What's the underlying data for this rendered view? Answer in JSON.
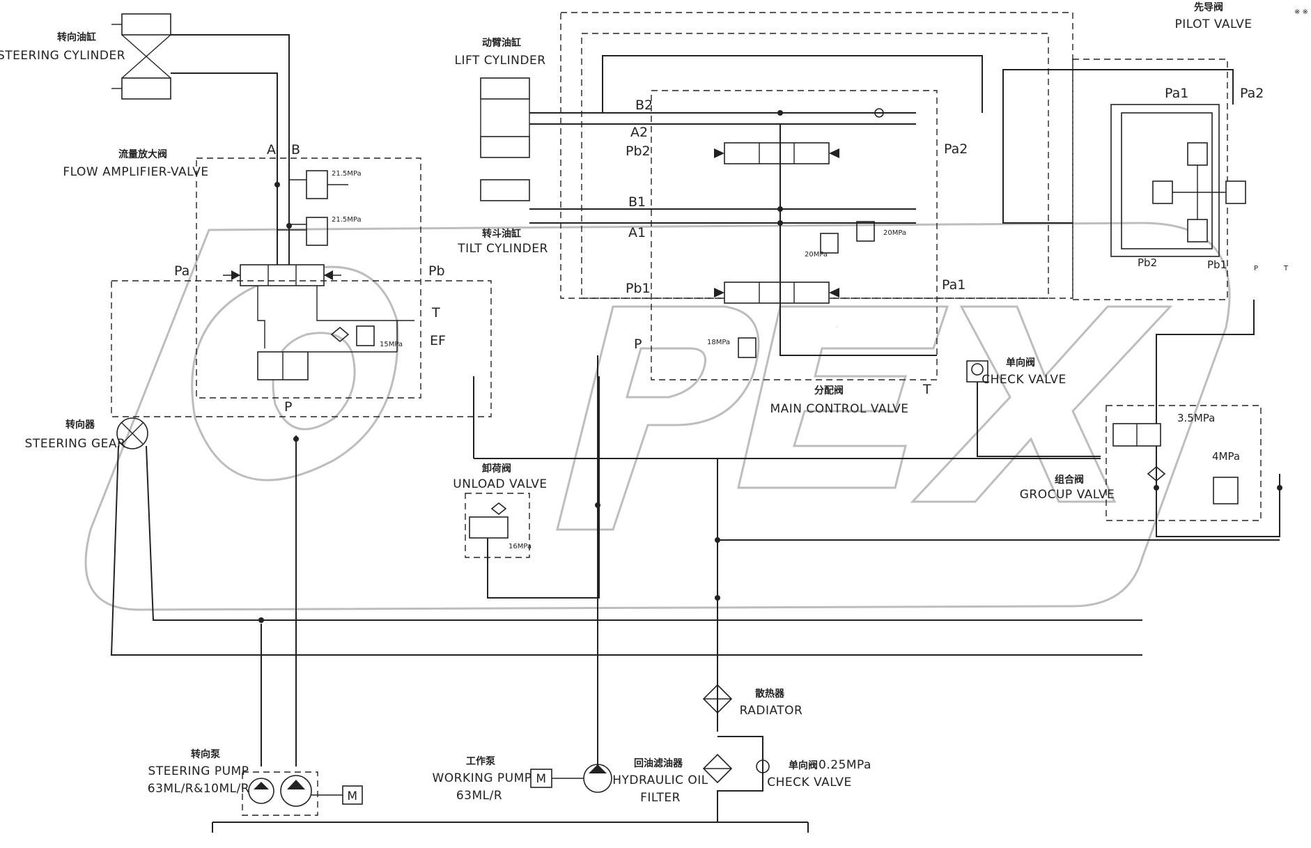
{
  "corner_note": "※ ※ ※",
  "components": {
    "steering_cylinder": {
      "zh": "转向油缸",
      "en": "STEERING CYLINDER"
    },
    "lift_cylinder": {
      "zh": "动臂油缸",
      "en": "LIFT CYLINDER"
    },
    "tilt_cylinder": {
      "zh": "转斗油缸",
      "en": "TILT CYLINDER"
    },
    "pilot_valve": {
      "zh": "先导阀",
      "en": "PILOT VALVE"
    },
    "flow_amplifier": {
      "zh": "流量放大阀",
      "en": "FLOW AMPLIFIER-VALVE"
    },
    "steering_gear": {
      "zh": "转向器",
      "en": "STEERING GEAR"
    },
    "check_valve_main": {
      "zh": "单向阀",
      "en": "CHECK VALVE"
    },
    "main_control_valve": {
      "zh": "分配阀",
      "en": "MAIN CONTROL VALVE"
    },
    "unload_valve": {
      "zh": "卸荷阀",
      "en": "UNLOAD VALVE"
    },
    "group_valve": {
      "zh": "组合阀",
      "en": "GROCUP VALVE"
    },
    "radiator": {
      "zh": "散热器",
      "en": "RADIATOR"
    },
    "steering_pump": {
      "zh": "转向泵",
      "en": "STEERING PUMP",
      "spec": "63ML/R&10ML/R"
    },
    "working_pump": {
      "zh": "工作泵",
      "en": "WORKING PUMP",
      "spec": "63ML/R"
    },
    "hydraulic_filter": {
      "zh": "回油滤油器",
      "en1": "HYDRAULIC OIL",
      "en2": "FILTER"
    },
    "check_valve_return": {
      "zh": "单向阀",
      "pressure": "0.25MPa",
      "en": "CHECK VALVE"
    }
  },
  "ports": {
    "A": "A",
    "B": "B",
    "Pa": "Pa",
    "Pb": "Pb",
    "T": "T",
    "EF": "EF",
    "P": "P",
    "B2": "B2",
    "A2": "A2",
    "Pb2": "Pb2",
    "B1": "B1",
    "A1": "A1",
    "Pb1": "Pb1",
    "Pa2": "Pa2",
    "Pa1": "Pa1",
    "pilot_Pa1": "Pa1",
    "pilot_Pa2": "Pa2",
    "pilot_Pb2": "Pb2",
    "pilot_Pb1": "Pb1",
    "pilot_P": "P",
    "pilot_T": "T"
  },
  "pressures": {
    "fa_relief_1": "21.5MPa",
    "fa_relief_2": "21.5MPa",
    "fa_15": "15MPa",
    "mcv_20a": "20MPa",
    "mcv_20b": "20MPa",
    "mcv_18": "18MPa",
    "unload_16": "16MPa",
    "group_35": "3.5MPa",
    "group_4": "4MPa"
  },
  "motor_label": "M",
  "watermark": "OPEX"
}
